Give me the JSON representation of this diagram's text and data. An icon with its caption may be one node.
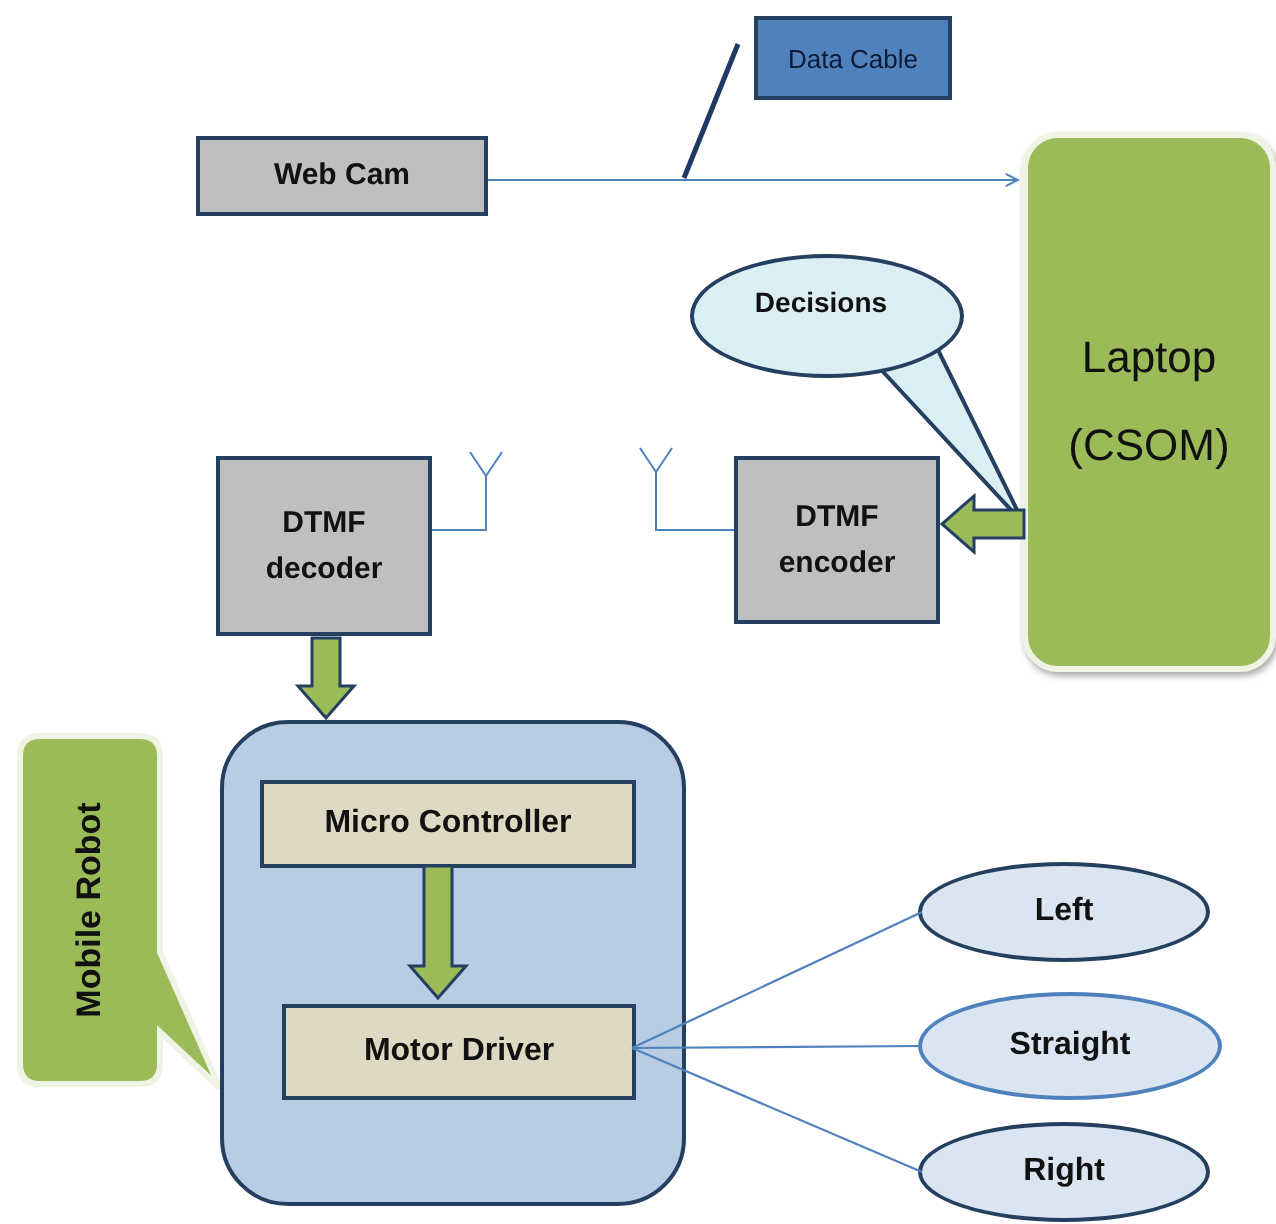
{
  "diagram": {
    "nodes": [
      {
        "text": [
          "Web Cam"
        ]
      },
      {
        "text": [
          "Data Cable"
        ]
      },
      {
        "text": [
          "Laptop (CSOM)"
        ]
      },
      {
        "text": [
          "Decisions"
        ]
      },
      {
        "text": [
          "DTMF decoder"
        ]
      },
      {
        "text": [
          "DTMF encoder"
        ]
      },
      {
        "text": [
          "Mobile Robot"
        ]
      },
      {
        "text": [],
        "shape": "box"
      },
      {
        "text": [
          "Micro Controller"
        ],
        "in": 7
      },
      {
        "text": [
          "Motor Driver"
        ],
        "in": 7
      },
      {
        "text": [
          "Left"
        ]
      },
      {
        "text": [
          "Straight"
        ]
      },
      {
        "text": [
          "Right"
        ]
      }
    ],
    "edges": [
      {
        "from": 0,
        "to": 2,
        "arrow": "to"
      },
      {
        "from": 1,
        "to": null,
        "arrow": "none",
        "color": "#1f3864"
      },
      {
        "from": 2,
        "to": 5,
        "arrow": "to",
        "style": "thick",
        "color": "#9bbb59"
      },
      {
        "from": 4,
        "to": 7,
        "arrow": "to",
        "style": "thick",
        "color": "#9bbb59"
      },
      {
        "from": 8,
        "to": 9,
        "arrow": "to",
        "style": "thick",
        "color": "#9bbb59"
      },
      {
        "from": 9,
        "to": 10,
        "arrow": "none"
      },
      {
        "from": 9,
        "to": 11,
        "arrow": "none"
      },
      {
        "from": 9,
        "to": 12,
        "arrow": "none"
      }
    ]
  }
}
